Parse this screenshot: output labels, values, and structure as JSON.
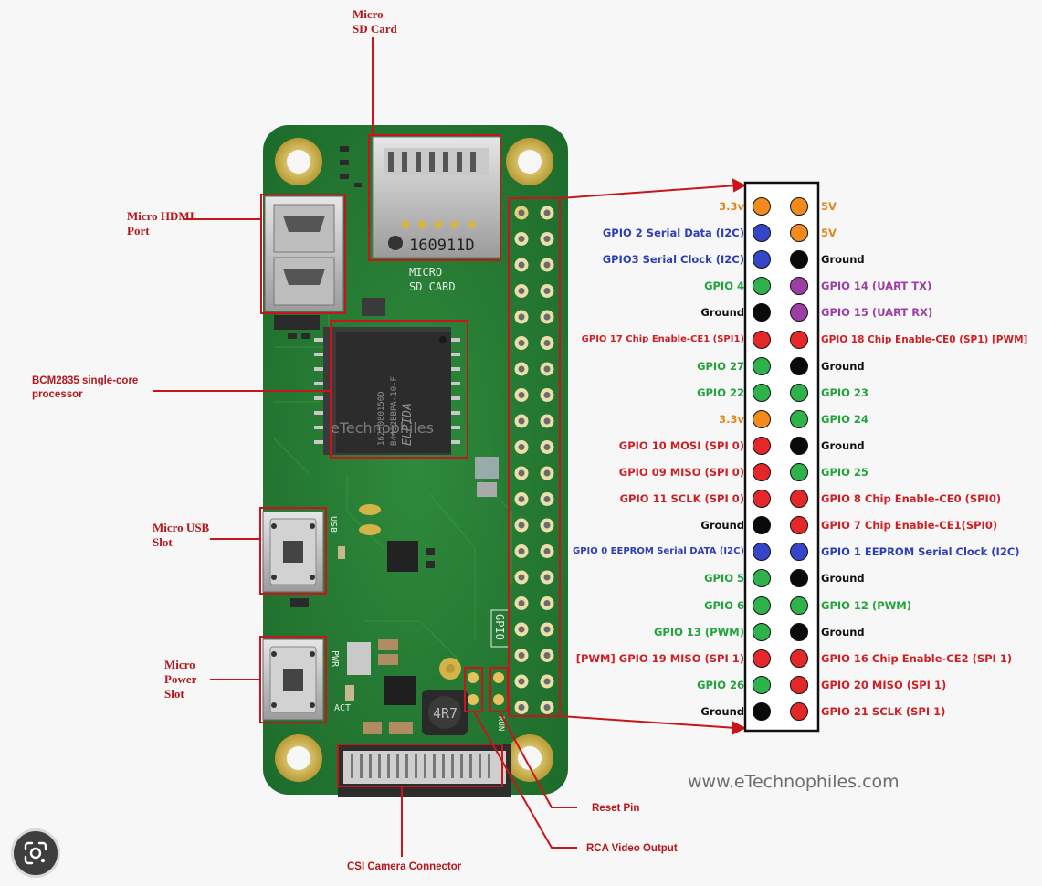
{
  "callouts": {
    "sd_card": "Micro\nSD Card",
    "hdmi": "Micro HDMI\nPort",
    "processor": "BCM2835 single-core\nprocessor",
    "usb": "Micro USB\nSlot",
    "power": "Micro\nPower\nSlot",
    "reset": "Reset Pin",
    "rca": "RCA Video Output",
    "csi": "CSI Camera Connector"
  },
  "board_text": {
    "sd_code": "160911D",
    "sd_label": "MICRO\nSD CARD",
    "chip_brand": "ELPIDA",
    "chip_part": "B4432BBPA-10-F",
    "chip_lot": "1625080150D",
    "chip_watermark": "eTechnophiles",
    "gpio_silk": "GPIO",
    "inductor": "4R7",
    "pwr_silk": "PWR",
    "act_silk": "ACT",
    "usb_silk": "USB",
    "run_silk": "RUN"
  },
  "colors": {
    "power_3v3": "#f28a1e",
    "power_5v": "#f28a1e",
    "ground": "#0a0a0a",
    "gpio": "#2db34a",
    "i2c": "#3646c8",
    "uart": "#9b3fa7",
    "spi": "#e4282a"
  },
  "pins": [
    {
      "left": "3.3v",
      "left_type": "power_3v3",
      "right": "5V",
      "right_type": "power_5v"
    },
    {
      "left": "GPIO 2 Serial Data (I2C)",
      "left_type": "i2c",
      "right": "5V",
      "right_type": "power_5v"
    },
    {
      "left": "GPIO3 Serial Clock (I2C)",
      "left_type": "i2c",
      "right": "Ground",
      "right_type": "ground"
    },
    {
      "left": "GPIO 4",
      "left_type": "gpio",
      "right": "GPIO 14 (UART TX)",
      "right_type": "uart"
    },
    {
      "left": "Ground",
      "left_type": "ground",
      "right": "GPIO 15 (UART RX)",
      "right_type": "uart"
    },
    {
      "left": "GPIO 17 Chip Enable-CE1 (SPI1)",
      "left_type": "spi",
      "right": "GPIO 18 Chip Enable-CE0 (SP1) [PWM]",
      "right_type": "spi"
    },
    {
      "left": "GPIO 27",
      "left_type": "gpio",
      "right": "Ground",
      "right_type": "ground"
    },
    {
      "left": "GPIO 22",
      "left_type": "gpio",
      "right": "GPIO 23",
      "right_type": "gpio"
    },
    {
      "left": "3.3v",
      "left_type": "power_3v3",
      "right": "GPIO 24",
      "right_type": "gpio"
    },
    {
      "left": "GPIO 10 MOSI (SPI 0)",
      "left_type": "spi",
      "right": "Ground",
      "right_type": "ground"
    },
    {
      "left": "GPIO 09 MISO (SPI 0)",
      "left_type": "spi",
      "right": "GPIO 25",
      "right_type": "gpio"
    },
    {
      "left": "GPIO 11 SCLK (SPI 0)",
      "left_type": "spi",
      "right": "GPIO 8 Chip Enable-CE0 (SPI0)",
      "right_type": "spi"
    },
    {
      "left": "Ground",
      "left_type": "ground",
      "right": "GPIO 7 Chip Enable-CE1(SPI0)",
      "right_type": "spi"
    },
    {
      "left": "GPIO 0 EEPROM Serial DATA (I2C)",
      "left_type": "i2c",
      "right": "GPIO 1 EEPROM Serial Clock (I2C)",
      "right_type": "i2c"
    },
    {
      "left": "GPIO 5",
      "left_type": "gpio",
      "right": "Ground",
      "right_type": "ground"
    },
    {
      "left": "GPIO 6",
      "left_type": "gpio",
      "right": "GPIO 12 (PWM)",
      "right_type": "gpio"
    },
    {
      "left": "GPIO 13 (PWM)",
      "left_type": "gpio",
      "right": "Ground",
      "right_type": "ground"
    },
    {
      "left": "[PWM] GPIO 19 MISO (SPI 1)",
      "left_type": "spi",
      "right": "GPIO 16 Chip Enable-CE2 (SPI 1)",
      "right_type": "spi"
    },
    {
      "left": "GPIO 26",
      "left_type": "gpio",
      "right": "GPIO 20 MISO (SPI 1)",
      "right_type": "spi"
    },
    {
      "left": "Ground",
      "left_type": "ground",
      "right": "GPIO 21 SCLK (SPI 1)",
      "right_type": "spi"
    }
  ],
  "label_colors": {
    "power_3v3": "#e2861d",
    "power_5v": "#e2861d",
    "ground": "#111111",
    "gpio": "#22a33b",
    "i2c": "#2e3eb5",
    "uart": "#9b3fa7",
    "spi": "#d01f24"
  },
  "watermark": "www.eTechnophiles.com",
  "icons": {
    "lens": "google-lens-icon"
  }
}
